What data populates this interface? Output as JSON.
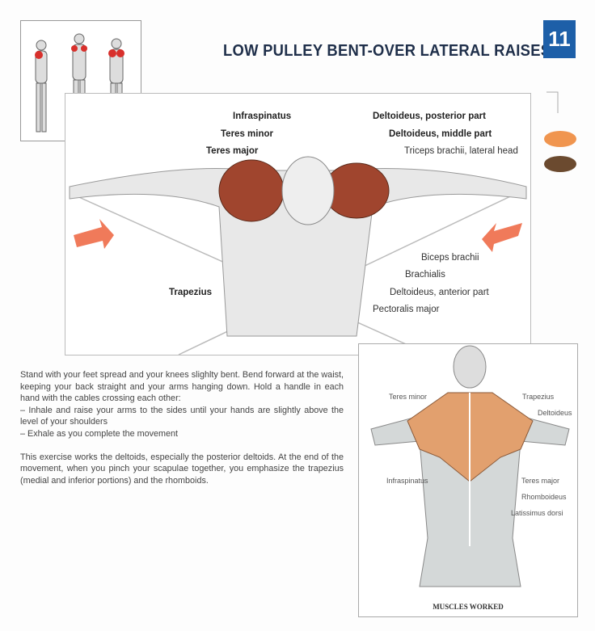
{
  "title": "LOW PULLEY BENT-OVER LATERAL RAISES",
  "number": "11",
  "legend_colors": {
    "primary": "#f0954f",
    "secondary": "#6b4a2f"
  },
  "main_labels": {
    "infraspinatus": "Infraspinatus",
    "teres_minor": "Teres minor",
    "teres_major": "Teres major",
    "delt_posterior": "Deltoideus, posterior part",
    "delt_middle": "Deltoideus, middle part",
    "triceps": "Triceps brachii, lateral head",
    "biceps": "Biceps brachii",
    "brachialis": "Brachialis",
    "delt_anterior": "Deltoideus, anterior part",
    "pectoralis": "Pectoralis major",
    "trapezius": "Trapezius"
  },
  "description": {
    "p1": "Stand with your feet spread and your knees slighlty bent. Bend forward at the waist, keeping your back straight and your arms hanging down. Hold a handle in each hand with the cables crossing each other:",
    "step1": "– Inhale and raise your arms to the sides until your hands are slightly above the level of your shoulders",
    "step2": "– Exhale as you complete the movement",
    "p2": "This exercise works the deltoids, especially the posterior deltoids. At the end of the movement, when you pinch your scapulae together, you emphasize the trapezius (medial and inferior portions) and the rhomboids."
  },
  "back_labels": {
    "teres_minor": "Teres minor",
    "trapezius": "Trapezius",
    "deltoideus": "Deltoideus",
    "infraspinatus": "Infraspinatus",
    "teres_major": "Teres major",
    "rhomboideus": "Rhomboideus",
    "latissimus": "Latissimus dorsi"
  },
  "back_caption": "MUSCLES WORKED"
}
